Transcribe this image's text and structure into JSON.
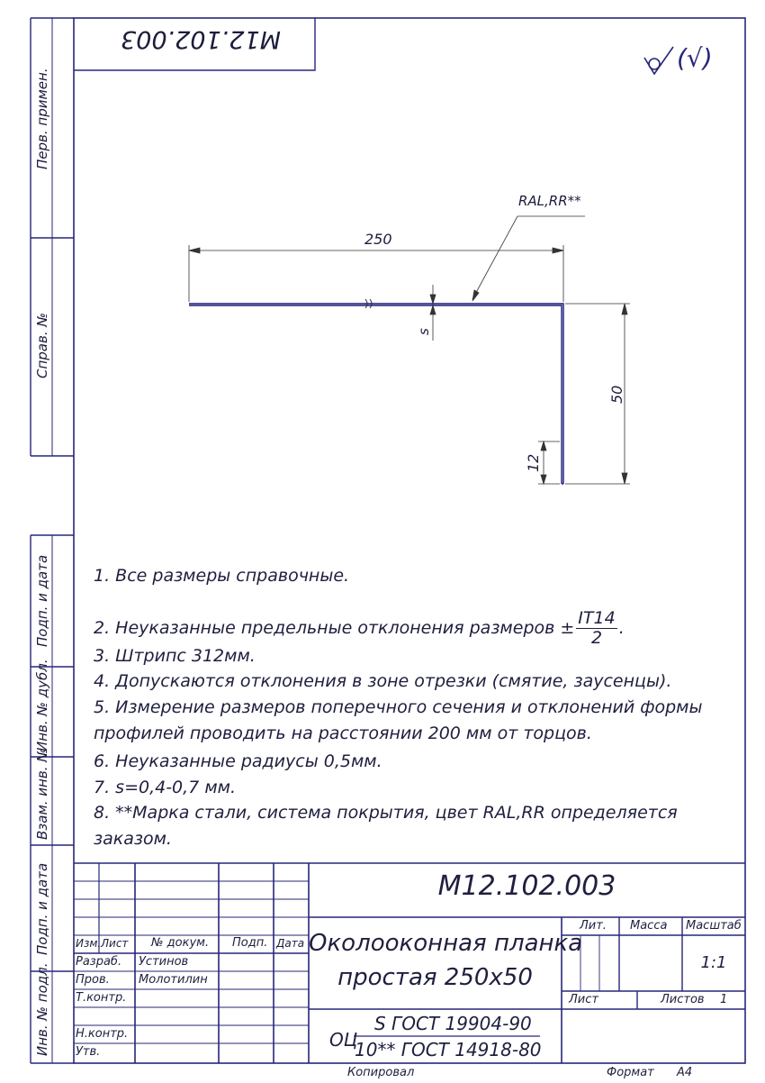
{
  "side_columns": {
    "perv_primen": "Перв. примен.",
    "sprav_no": "Справ. №",
    "podp_data_1": "Подп. и дата",
    "inv_dubl": "Инв. № дубл.",
    "vzam_inv": "Взам. инв. №",
    "podp_data_2": "Подп. и дата",
    "inv_podl": "Инв. № подл."
  },
  "top_code": "М12.102.003",
  "roughness": "√(√)",
  "drawing": {
    "coating_label": "RAL,RR**",
    "dim_width": "250",
    "dim_height": "50",
    "dim_lip": "12",
    "dim_thickness": "s"
  },
  "notes": {
    "n1": "1. Все размеры справочные.",
    "n2_prefix": "2. Неуказанные предельные отклонения размеров ±",
    "n2_numerator": "IT14",
    "n2_denominator": "2",
    "n2_suffix": ".",
    "n3": "3. Штрипс 312мм.",
    "n4": "4. Допускаются отклонения в зоне отрезки (смятие, заусенцы).",
    "n5_line1": "5. Измерение размеров поперечного сечения и отклонений формы",
    "n5_line2": "профилей проводить на расстоянии 200 мм от торцов.",
    "n6": "6. Неуказанные радиусы 0,5мм.",
    "n7": "7. s=0,4-0,7 мм.",
    "n8_line1": "8. **Марка стали, система покрытия, цвет RAL,RR определяется",
    "n8_line2": "заказом."
  },
  "title_block": {
    "designation": "М12.102.003",
    "header_izm": "Изм.",
    "header_list": "Лист",
    "header_doc": "№ докум.",
    "header_podp": "Подп.",
    "header_data": "Дата",
    "razrab_label": "Разраб.",
    "razrab_name": "Устинов",
    "prov_label": "Пров.",
    "prov_name": "Молотилин",
    "tkontr_label": "Т.контр.",
    "nkontr_label": "Н.контр.",
    "utv_label": "Утв.",
    "name_line1": "Околооконная планка",
    "name_line2": "простая 250х50",
    "lit_label": "Лит.",
    "massa_label": "Масса",
    "masshtab_label": "Масштаб",
    "scale_value": "1:1",
    "sheet_label": "Лист",
    "sheets_label": "Листов",
    "sheets_value": "1",
    "material_prefix": "ОЦ",
    "material_top": "S ГОСТ 19904-90",
    "material_bottom": "10** ГОСТ 14918-80",
    "kopiroval_label": "Копировал",
    "format_label": "Формат",
    "format_value": "А4"
  },
  "colors": {
    "frame": "#26267a",
    "profile": "#1a1a7a",
    "ink": "#1f1f3f"
  }
}
